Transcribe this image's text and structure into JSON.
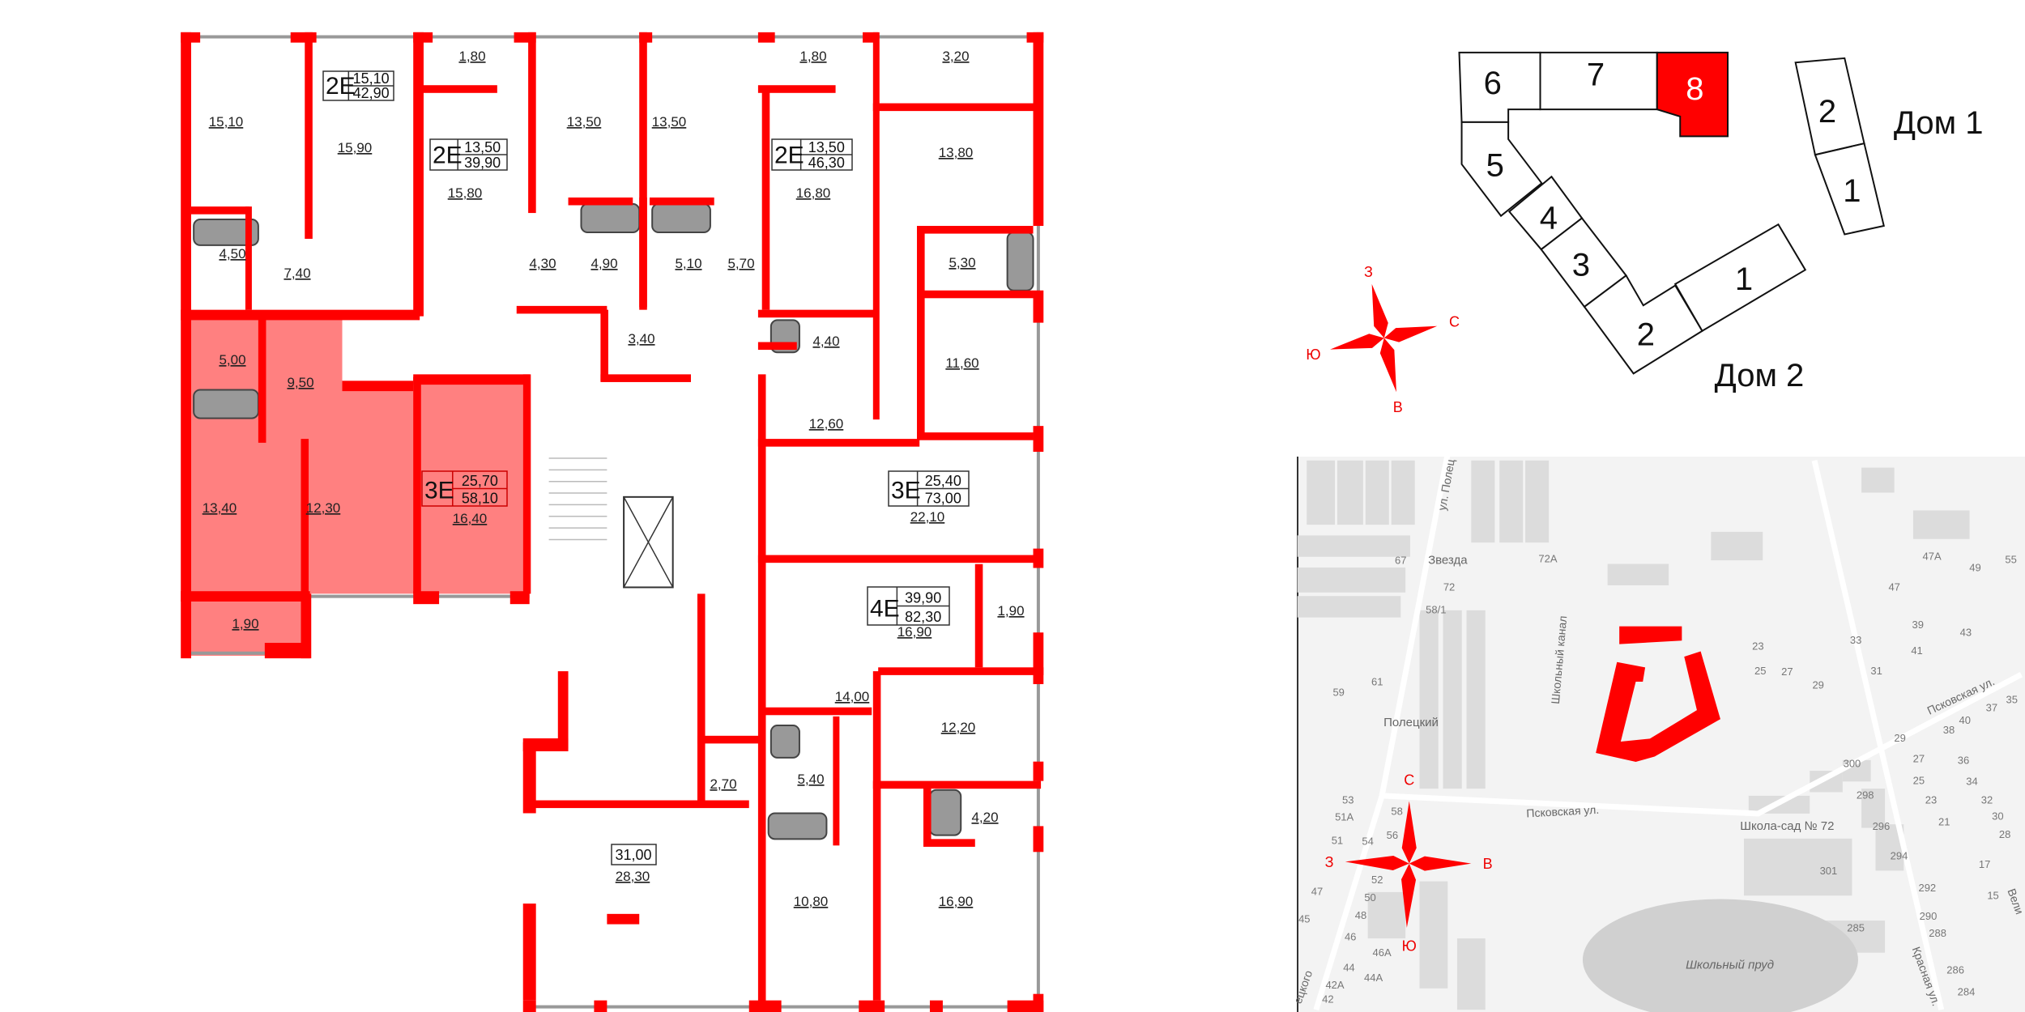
{
  "colors": {
    "wall": "#ff0000",
    "selected_apartment": "#ff8080",
    "selected_section": "#ff0000",
    "map_bg": "#f3f3f3",
    "map_building": "#dcdcdc",
    "map_water": "#d0d0d0",
    "compass": "#ff0000"
  },
  "plan": {
    "rooms": [
      "15,10",
      "15,90",
      "1,80",
      "15,80",
      "13,50",
      "13,50",
      "1,80",
      "3,20",
      "16,80",
      "13,80",
      "4,50",
      "7,40",
      "4,30",
      "4,90",
      "5,10",
      "5,70",
      "5,30",
      "3,40",
      "4,40",
      "11,60",
      "5,00",
      "9,50",
      "12,60",
      "16,40",
      "13,40",
      "12,30",
      "22,10",
      "16,90",
      "1,90",
      "1,90",
      "14,00",
      "12,20",
      "2,70",
      "5,40",
      "4,20",
      "28,30",
      "10,80",
      "16,90"
    ],
    "apartments": [
      {
        "type": "2E",
        "living": "15,10",
        "total": "42,90",
        "selected": false
      },
      {
        "type": "2E",
        "living": "13,50",
        "total": "39,90",
        "selected": false
      },
      {
        "type": "2E",
        "living": "13,50",
        "total": "46,30",
        "selected": false
      },
      {
        "type": "3E",
        "living": "25,70",
        "total": "58,10",
        "selected": true
      },
      {
        "type": "3E",
        "living": "25,40",
        "total": "73,00",
        "selected": false
      },
      {
        "type": "4E",
        "living": "39,90",
        "total": "82,30",
        "selected": false
      }
    ],
    "commercial_box": "31,00"
  },
  "keyplan": {
    "dom2_sections": [
      "6",
      "7",
      "8",
      "5",
      "4",
      "3",
      "2",
      "1"
    ],
    "dom1_sections": [
      "2",
      "1"
    ],
    "selected_section": "8",
    "dom1_label": "Дом 1",
    "dom2_label": "Дом 2",
    "compass": {
      "w": "З",
      "n": "С",
      "s": "Ю",
      "e": "В"
    }
  },
  "map": {
    "streets": [
      "ул. Полец",
      "Псковская ул.",
      "Псковская ул.",
      "Школьный канал",
      "Красная ул.",
      "Вели",
      "ецкого"
    ],
    "pois": [
      "Звезда",
      "Полецкий",
      "Школа-сад № 72"
    ],
    "water": "Школьный пруд",
    "house_numbers": [
      "67",
      "72А",
      "72",
      "58/1",
      "61",
      "59",
      "47А",
      "49",
      "55",
      "47",
      "39",
      "43",
      "41",
      "23",
      "33",
      "25",
      "27",
      "29",
      "31",
      "35",
      "37",
      "40",
      "38",
      "36",
      "34",
      "32",
      "30",
      "28",
      "29",
      "27",
      "25",
      "23",
      "21",
      "300",
      "298",
      "296",
      "294",
      "301",
      "17",
      "15",
      "292",
      "290",
      "288",
      "285",
      "286",
      "284",
      "53",
      "51А",
      "51",
      "58",
      "56",
      "54",
      "52",
      "50",
      "48",
      "47",
      "45",
      "46",
      "46А",
      "44",
      "44А",
      "42А",
      "42"
    ],
    "compass": {
      "n": "С",
      "w": "З",
      "e": "В",
      "s": "Ю"
    }
  }
}
